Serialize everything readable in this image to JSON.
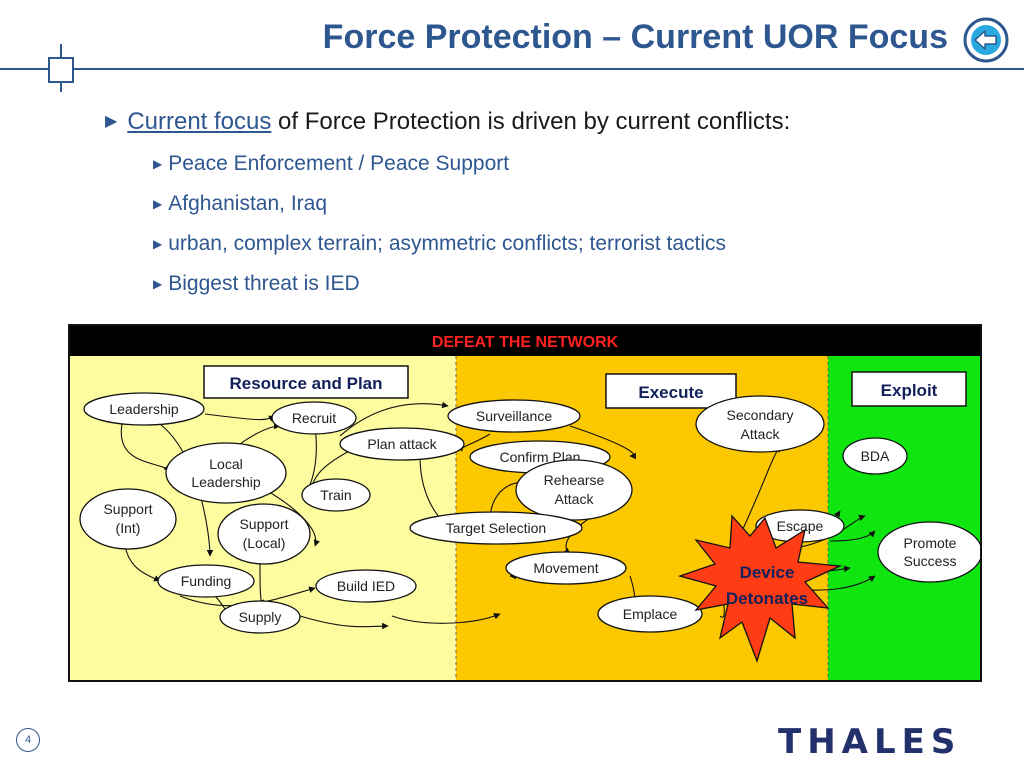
{
  "slide": {
    "title": "Force Protection – Current UOR Focus",
    "page_number": "4",
    "logo_text": "THALES"
  },
  "bullets": {
    "main": {
      "underlined": "Current focus",
      "rest": " of Force Protection is driven by current conflicts:"
    },
    "sub": [
      "Peace Enforcement / Peace Support",
      "Afghanistan, Iraq",
      "urban, complex terrain; asymmetric conflicts; terrorist tactics",
      "Biggest threat is IED"
    ]
  },
  "diagram": {
    "header": "DEFEAT THE NETWORK",
    "zones": {
      "resource_plan": "Resource and Plan",
      "execute": "Execute",
      "exploit": "Exploit"
    },
    "nodes": {
      "leadership": "Leadership",
      "recruit": "Recruit",
      "plan_attack": "Plan attack",
      "local_leadership": [
        "Local",
        "Leadership"
      ],
      "train": "Train",
      "support_int": [
        "Support",
        "(Int)"
      ],
      "support_local": [
        "Support",
        "(Local)"
      ],
      "funding": "Funding",
      "build_ied": "Build IED",
      "supply": "Supply",
      "surveillance": "Surveillance",
      "confirm_plan": "Confirm Plan",
      "rehearse_attack": [
        "Rehearse",
        "Attack"
      ],
      "target_selection": "Target Selection",
      "movement": "Movement",
      "emplace": "Emplace",
      "secondary_attack": [
        "Secondary",
        "Attack"
      ],
      "escape": "Escape",
      "device_detonates": [
        "Device",
        "Detonates"
      ],
      "bda": "BDA",
      "promote_success": [
        "Promote",
        "Success"
      ]
    },
    "colors": {
      "resource": "#fdfda0",
      "execute": "#fcc800",
      "exploit": "#0fe60f",
      "header_bg": "#000000",
      "header_text": "#ff2020",
      "burst": "#ff3c14"
    }
  }
}
